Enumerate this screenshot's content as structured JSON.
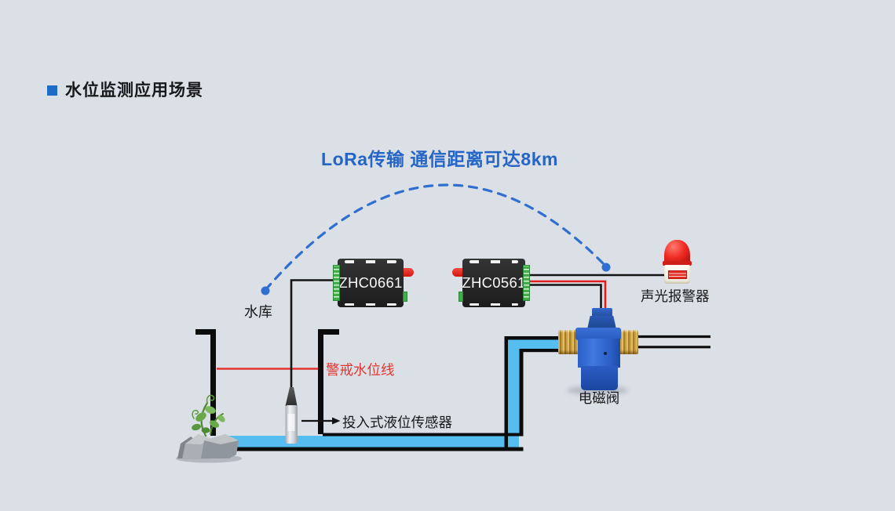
{
  "header": {
    "title": "水位监测应用场景"
  },
  "diagram": {
    "lora_label": "LoRa传输 通信距离可达8km",
    "devices": [
      {
        "name": "ZHC0661"
      },
      {
        "name": "ZHC0561"
      }
    ],
    "labels": {
      "reservoir": "水库",
      "alert_line": "警戒水位线",
      "sensor": "投入式液位传感器",
      "valve": "电磁阀",
      "alarm": "声光报警器"
    }
  },
  "colors": {
    "background": "#dbdfe6",
    "accent_blue": "#2565c6",
    "arc_blue": "#2e6fd0",
    "alert_red": "#e23630",
    "water_cyan": "#56bdf0",
    "device_body": "#232323",
    "terminal_green": "#3fae49",
    "valve_blue": "#2b5fc5",
    "brass_gold": "#c89b3f",
    "alarm_red": "#e42a22",
    "wire_black": "#141414",
    "wire_red": "#e01f1f"
  }
}
